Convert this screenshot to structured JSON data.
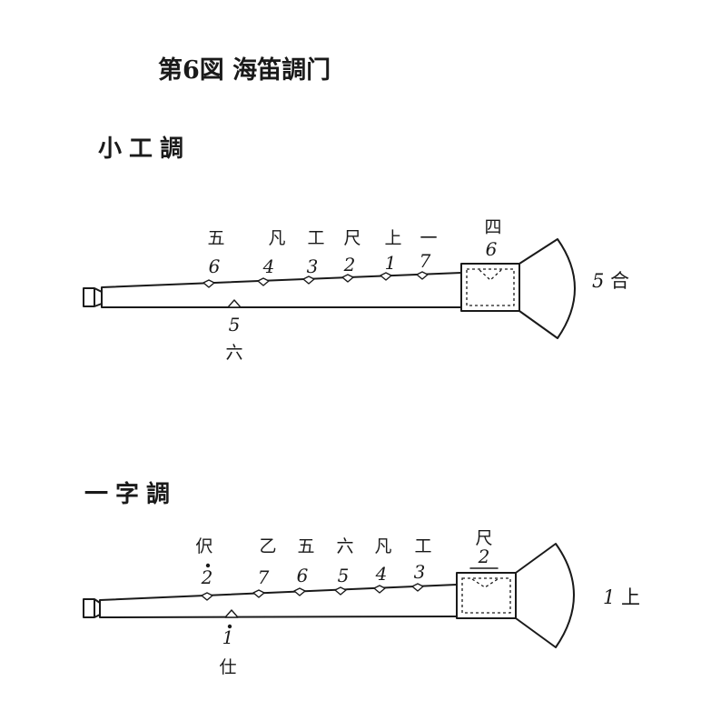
{
  "figure": {
    "title": "第6図 海笛調门"
  },
  "colors": {
    "ink": "#1a1a1a",
    "paper": "#ffffff"
  },
  "sections": [
    {
      "title": "小工調",
      "upper_notes": [
        {
          "char": "五",
          "num": "6"
        },
        {
          "char": "凡",
          "num": "4"
        },
        {
          "char": "工",
          "num": "3"
        },
        {
          "char": "尺",
          "num": "2"
        },
        {
          "char": "上",
          "num": "1"
        },
        {
          "char": "一",
          "num": "7"
        },
        {
          "char": "四",
          "num": "6"
        }
      ],
      "thumb_hole": {
        "num": "5",
        "char": "六"
      },
      "side_label": {
        "num": "5",
        "char": "合"
      }
    },
    {
      "title": "一字調",
      "upper_notes": [
        {
          "char": "伬",
          "num": "2",
          "high_octave": true
        },
        {
          "char": "乙",
          "num": "7"
        },
        {
          "char": "五",
          "num": "6"
        },
        {
          "char": "六",
          "num": "5"
        },
        {
          "char": "凡",
          "num": "4"
        },
        {
          "char": "工",
          "num": "3"
        },
        {
          "char": "尺",
          "num": "2"
        }
      ],
      "thumb_hole": {
        "num": "1",
        "char": "仕",
        "high_octave": true
      },
      "side_label": {
        "num": "1",
        "char": "上"
      }
    }
  ]
}
